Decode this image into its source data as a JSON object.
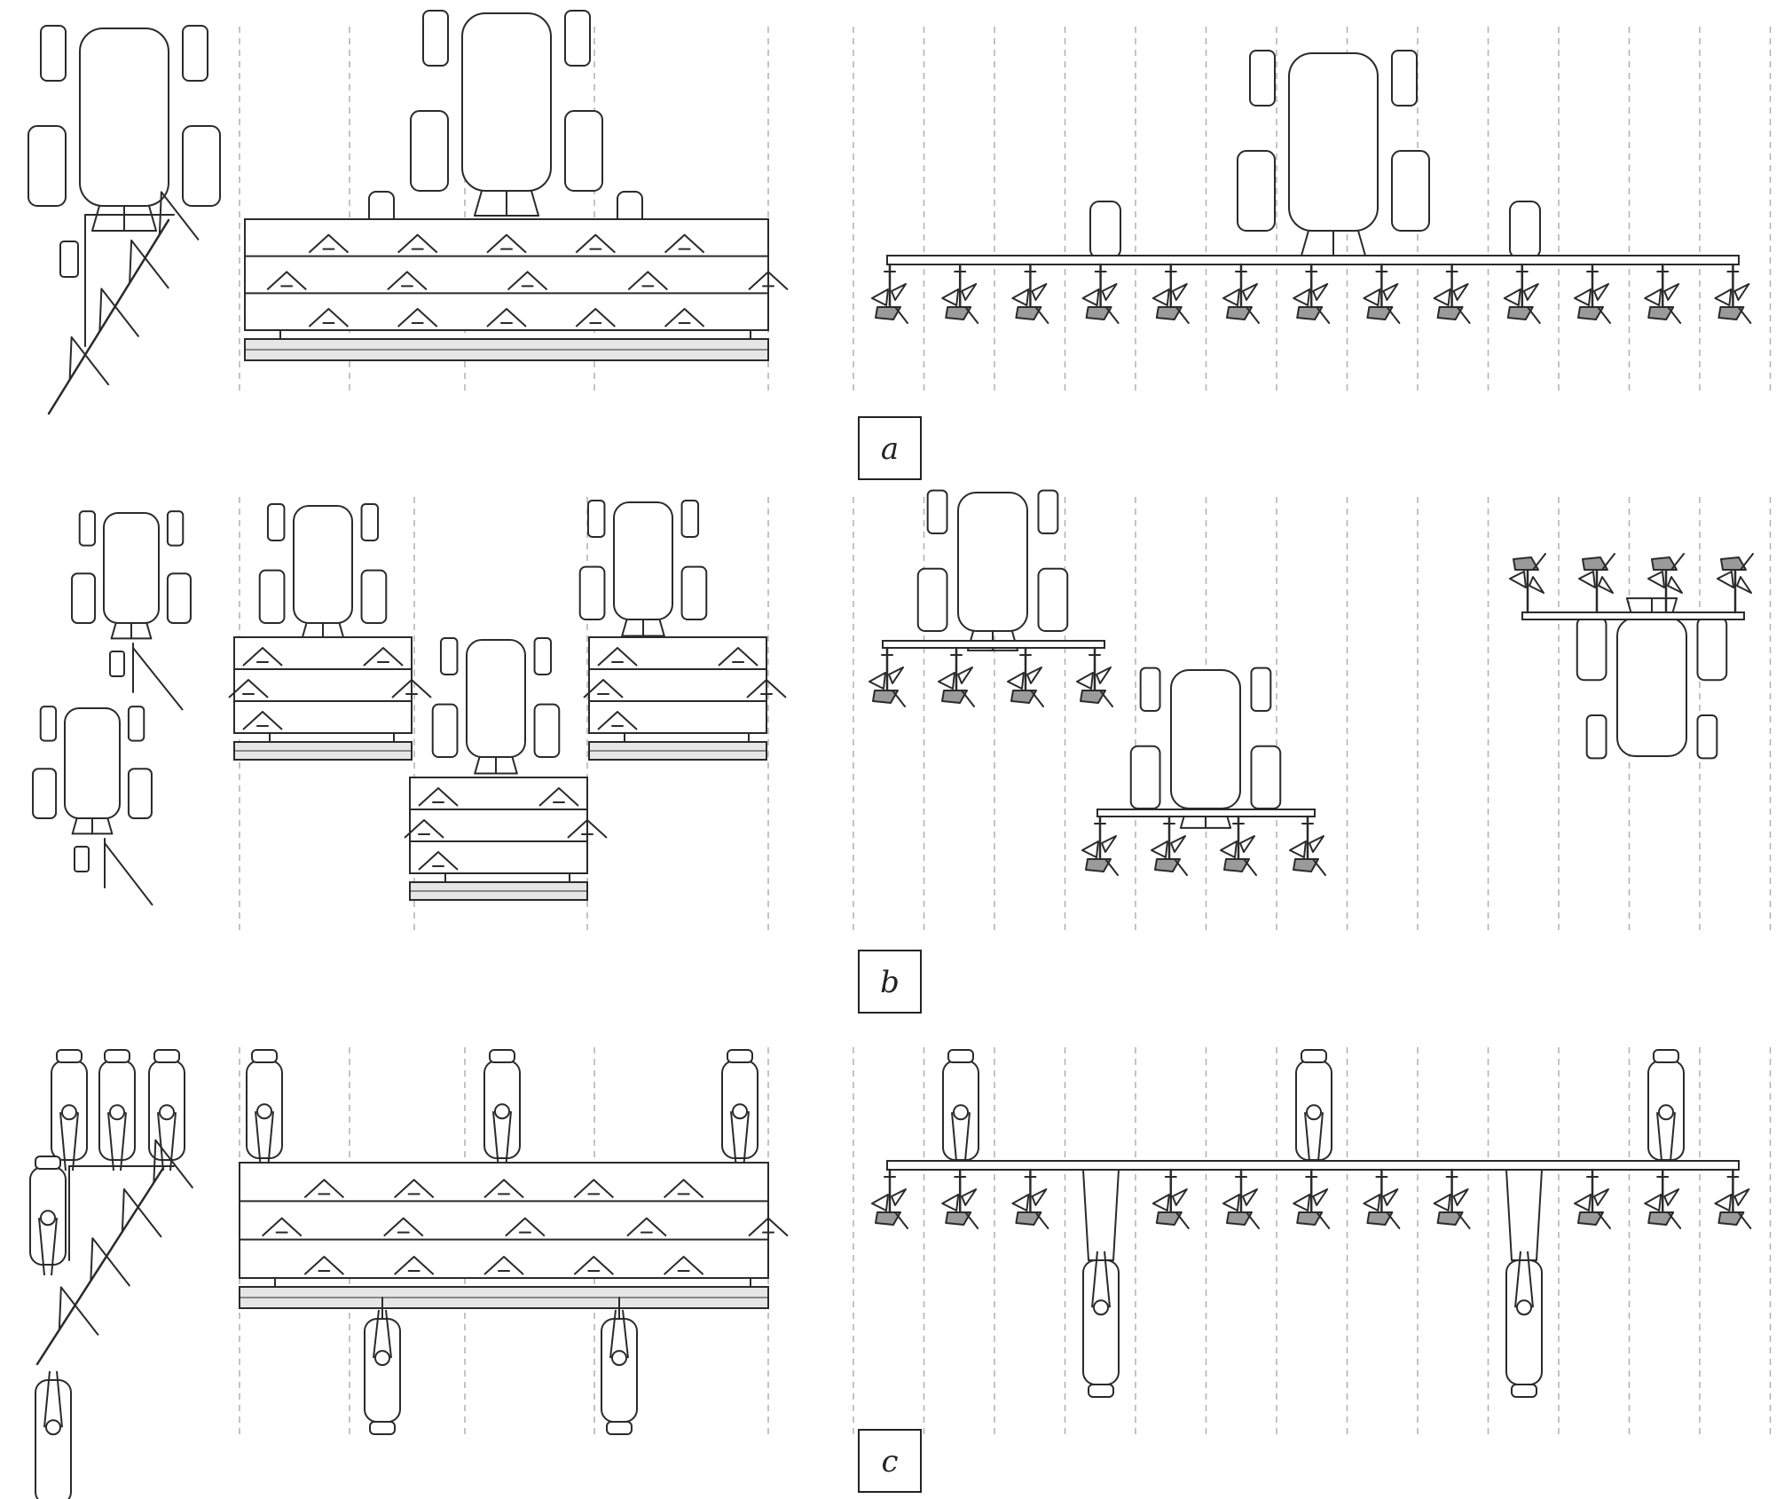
{
  "figure": {
    "panels": [
      {
        "label": "a"
      },
      {
        "label": "b"
      },
      {
        "label": "c"
      }
    ]
  },
  "colors": {
    "line": "#2a2a2a",
    "fill": "#ffffff",
    "row_guide": "#b0b0b0"
  }
}
